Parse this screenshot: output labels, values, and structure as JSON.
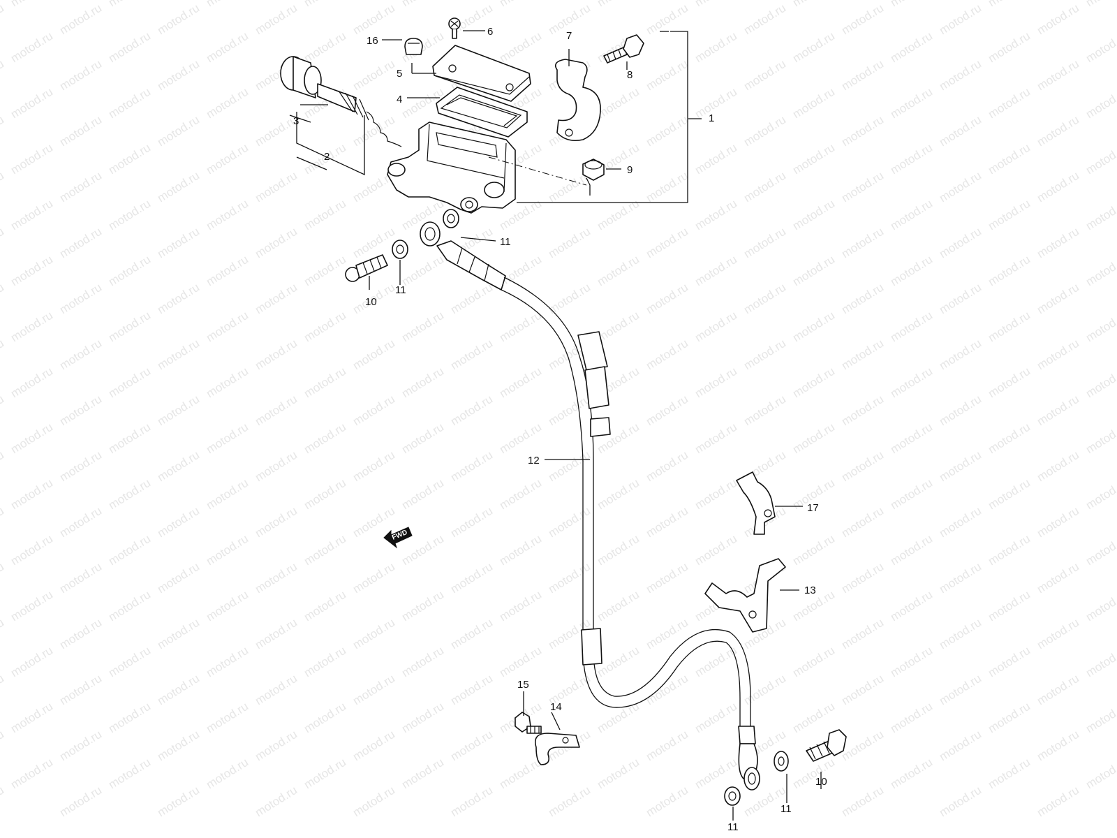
{
  "watermark": "motod.ru",
  "fwd_badge": "FWD",
  "callouts": [
    {
      "id": "c1",
      "text": "1"
    },
    {
      "id": "c2",
      "text": "2"
    },
    {
      "id": "c3",
      "text": "3"
    },
    {
      "id": "c4",
      "text": "4"
    },
    {
      "id": "c5",
      "text": "5"
    },
    {
      "id": "c6",
      "text": "6"
    },
    {
      "id": "c7",
      "text": "7"
    },
    {
      "id": "c8",
      "text": "8"
    },
    {
      "id": "c9",
      "text": "9"
    },
    {
      "id": "c10a",
      "text": "10"
    },
    {
      "id": "c10b",
      "text": "10"
    },
    {
      "id": "c11a",
      "text": "11"
    },
    {
      "id": "c11b",
      "text": "11"
    },
    {
      "id": "c11c",
      "text": "11"
    },
    {
      "id": "c11d",
      "text": "11"
    },
    {
      "id": "c12",
      "text": "12"
    },
    {
      "id": "c13",
      "text": "13"
    },
    {
      "id": "c14",
      "text": "14"
    },
    {
      "id": "c15",
      "text": "15"
    },
    {
      "id": "c16",
      "text": "16"
    },
    {
      "id": "c17",
      "text": "17"
    }
  ]
}
